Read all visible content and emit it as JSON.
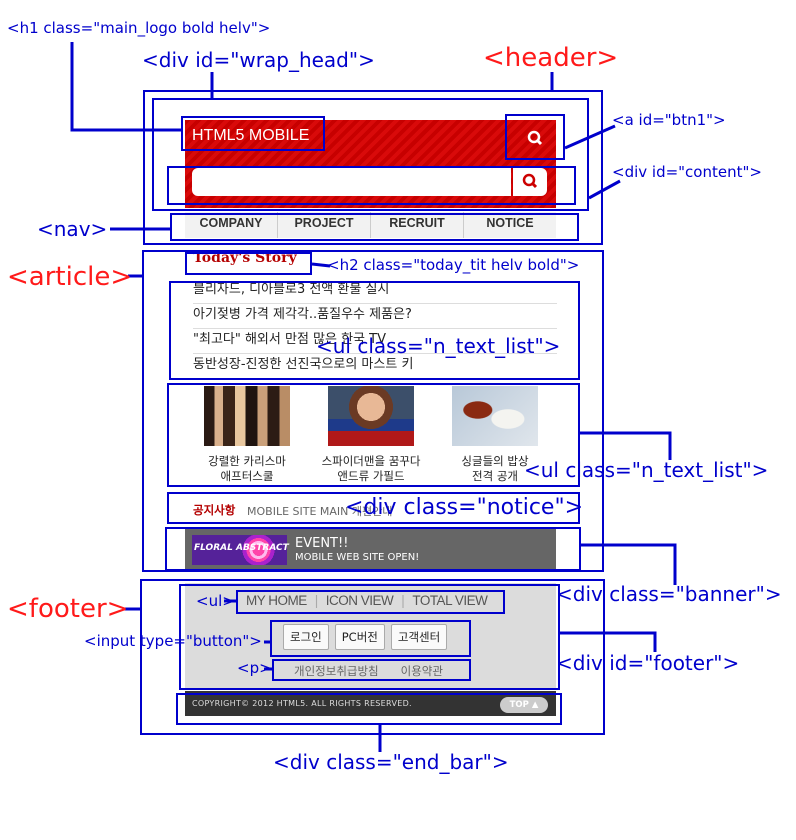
{
  "colors": {
    "annotation": "#0000cc",
    "annotation_red": "#ff1a1a",
    "brand_red": "#c70000",
    "notice_red": "#b40000"
  },
  "labels": {
    "h1": "<h1 class=\"main_logo bold helv\">",
    "wrap_head": "<div id=\"wrap_head\">",
    "header": "<header>",
    "btn1": "<a id=\"btn1\">",
    "content": "<div id=\"content\">",
    "nav": "<nav>",
    "article": "<article>",
    "h2": "<h2 class=\"today_tit helv bold\">",
    "ul1": "<ul class=\"n_text_list\">",
    "ul2": "<ul class=\"n_text_list\">",
    "notice": "<div class=\"notice\">",
    "footer": "<footer>",
    "banner": "<div class=\"banner\">",
    "ul": "<ul>",
    "input": "<input type=\"button\">",
    "footer_id": "<div id=\"footer\">",
    "p": "<p>",
    "end_bar": "<div class=\"end_bar\">"
  },
  "mock": {
    "logo": "HTML5 MOBILE",
    "search_icon": "search-icon",
    "nav": [
      "COMPANY",
      "PROJECT",
      "RECRUIT",
      "NOTICE"
    ],
    "today": "Today's Story",
    "news": [
      "블리자드, 디아블로3 전액 환불 실시",
      "아기젖병 가격 제각각..품질우수 제품은?",
      "\"최고다\" 해외서 만점 많은 한국 TV",
      "동반성장-진정한 선진국으로의 마스트 키"
    ],
    "thumbs": [
      {
        "caption": "강렬한 카리스마\n애프터스쿨"
      },
      {
        "caption": "스파이더맨을 꿈꾸다\n앤드류 가필드"
      },
      {
        "caption": "싱글들의 밥상\n전격 공개"
      }
    ],
    "notice_title": "공지사항",
    "notice_text": "MOBILE SITE MAIN 개편안내",
    "banner_img_text": "FLORAL ABSTRACT",
    "banner_title": "EVENT!!",
    "banner_sub": "MOBILE WEB SITE OPEN!",
    "footer_links": [
      "MY HOME",
      "ICON VIEW",
      "TOTAL VIEW"
    ],
    "footer_buttons": [
      "로그인",
      "PC버전",
      "고객센터"
    ],
    "footer_p": [
      "개인정보취급방침",
      "이용약관"
    ],
    "copyright": "COPYRIGHT© 2012 HTML5. ALL RIGHTS RESERVED.",
    "top": "TOP ▲"
  }
}
